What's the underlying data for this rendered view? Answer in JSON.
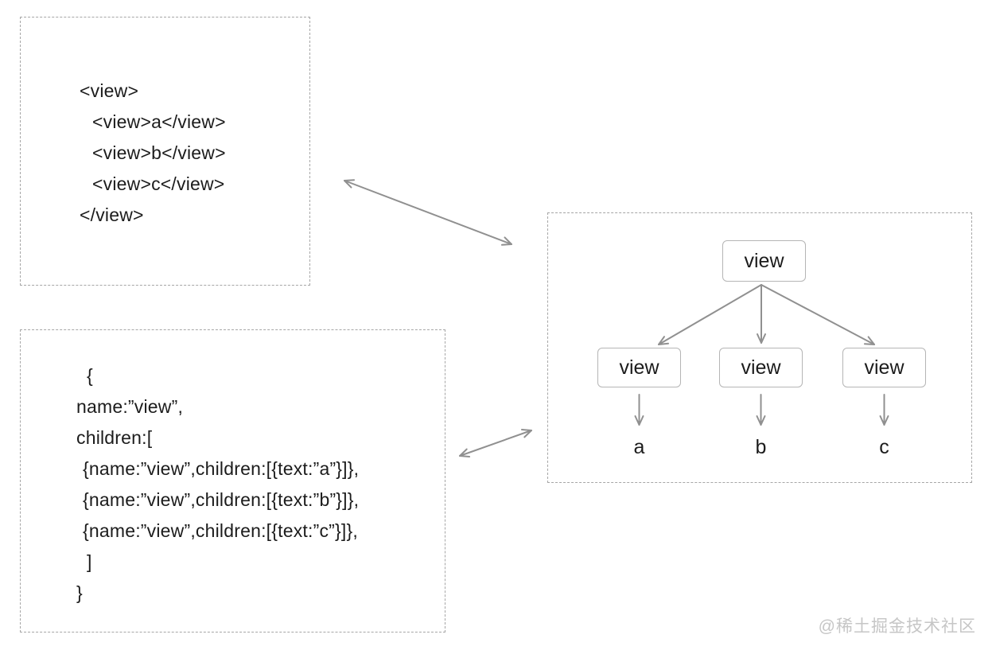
{
  "xml_box": {
    "lines": [
      {
        "text": "<view>"
      },
      {
        "text": "<view>a</view>"
      },
      {
        "text": "<view>b</view>"
      },
      {
        "text": "<view>c</view>"
      },
      {
        "text": "</view>"
      }
    ]
  },
  "json_box": {
    "lines": [
      {
        "text": "{"
      },
      {
        "text": "name:”view”,"
      },
      {
        "text": "children:["
      },
      {
        "text": "{name:”view”,children:[{text:”a”}]},"
      },
      {
        "text": "{name:”view”,children:[{text:”b”}]},"
      },
      {
        "text": "{name:”view”,children:[{text:”c”}]},"
      },
      {
        "text": "]"
      },
      {
        "text": "}"
      }
    ]
  },
  "tree": {
    "root_label": "view",
    "children": [
      {
        "label": "view",
        "leaf": "a"
      },
      {
        "label": "view",
        "leaf": "b"
      },
      {
        "label": "view",
        "leaf": "c"
      }
    ]
  },
  "watermark": "@稀土掘金技术社区",
  "colors": {
    "arrow": "#909090",
    "node_border": "#b5b5b5",
    "dashed_border": "#a6a6a6",
    "text": "#1c1c1c",
    "watermark": "#c6c6c6"
  }
}
